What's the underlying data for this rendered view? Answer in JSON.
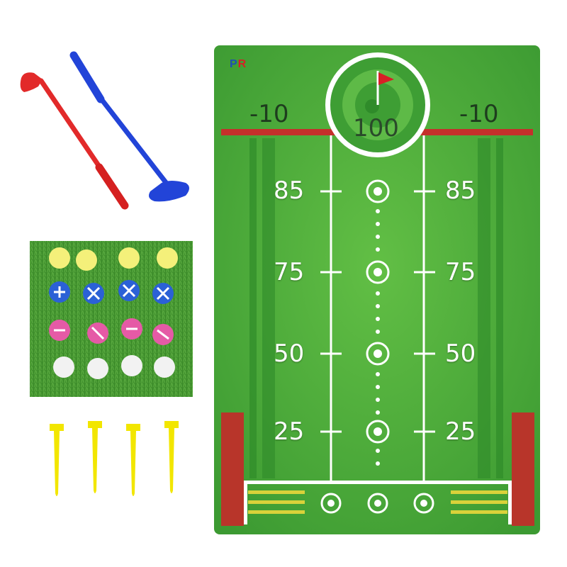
{
  "brand": {
    "logo_left": "P",
    "logo_right": "R"
  },
  "mat": {
    "hole_label": "100",
    "side_labels": {
      "left_top": "-10",
      "right_top": "-10"
    },
    "rows": [
      {
        "left": "85",
        "right": "85"
      },
      {
        "left": "75",
        "right": "75"
      },
      {
        "left": "50",
        "right": "50"
      },
      {
        "left": "25",
        "right": "25"
      }
    ]
  },
  "accessories": {
    "clubs": [
      "red-golf-club",
      "blue-golf-club"
    ],
    "balls": {
      "rows": [
        {
          "color": "yellow",
          "count": 4
        },
        {
          "color": "blue",
          "count": 4
        },
        {
          "color": "pink",
          "count": 4
        },
        {
          "color": "white",
          "count": 4
        }
      ]
    },
    "stakes": {
      "color": "yellow",
      "count": 4
    }
  },
  "colors": {
    "turf": "#4cae3a",
    "turf_dark": "#2f8b2a",
    "red_bar": "#c4302b",
    "red_club": "#e22a2a",
    "blue_club": "#2244d8",
    "stake": "#f2e600"
  }
}
